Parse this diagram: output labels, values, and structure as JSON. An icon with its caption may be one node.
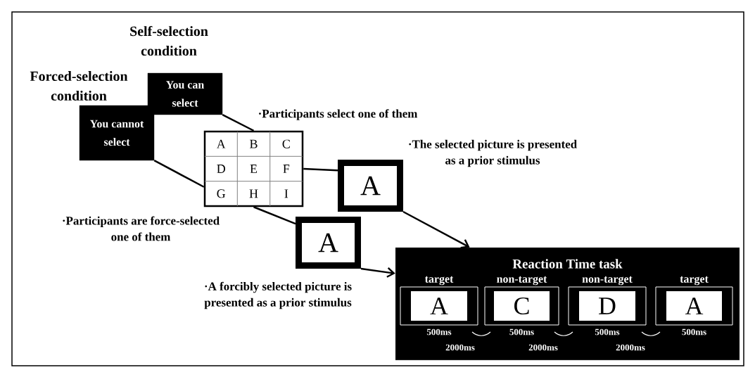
{
  "diagram": {
    "nodes": [
      {
        "text": [
          "Self-selection condition",
          "You can select"
        ]
      },
      {
        "text": [
          "Forced-selection condition",
          "You cannot select"
        ]
      },
      {
        "text": [
          "A",
          "B",
          "C",
          "D",
          "E",
          "F",
          "G",
          "H",
          "I"
        ]
      },
      {
        "text": [
          "A"
        ]
      },
      {
        "text": [
          "A"
        ]
      },
      {
        "text": [
          "Reaction Time task"
        ]
      },
      {
        "text": [
          "target"
        ],
        "in": 5,
        "beside": [
          "500ms"
        ]
      },
      {
        "text": [
          "A"
        ],
        "in": 6
      },
      {
        "text": [
          "non-target"
        ],
        "in": 5,
        "beside": [
          "500ms"
        ]
      },
      {
        "text": [
          "C"
        ],
        "in": 8
      },
      {
        "text": [
          "non-target"
        ],
        "in": 5,
        "beside": [
          "500ms"
        ]
      },
      {
        "text": [
          "D"
        ],
        "in": 10
      },
      {
        "text": [
          "target"
        ],
        "in": 5,
        "beside": [
          "500ms"
        ]
      },
      {
        "text": [
          "A"
        ],
        "in": 12
      }
    ],
    "edges": [
      {
        "from": 0,
        "to": 2,
        "arrow": "none"
      },
      {
        "from": 1,
        "to": 2,
        "arrow": "none"
      },
      {
        "from": 2,
        "to": 3,
        "arrow": "none"
      },
      {
        "from": 2,
        "to": 4,
        "arrow": "none"
      },
      {
        "from": 3,
        "to": 5,
        "arrow": "to"
      },
      {
        "from": 4,
        "to": 5,
        "arrow": "to"
      }
    ],
    "labels": [
      "·Participants select one of them",
      "·The selected picture is presented as a prior stimulus",
      "·Participants are force-selected one of them",
      "·A forcibly selected picture is presented as a prior stimulus",
      "2000ms",
      "2000ms",
      "2000ms"
    ]
  }
}
